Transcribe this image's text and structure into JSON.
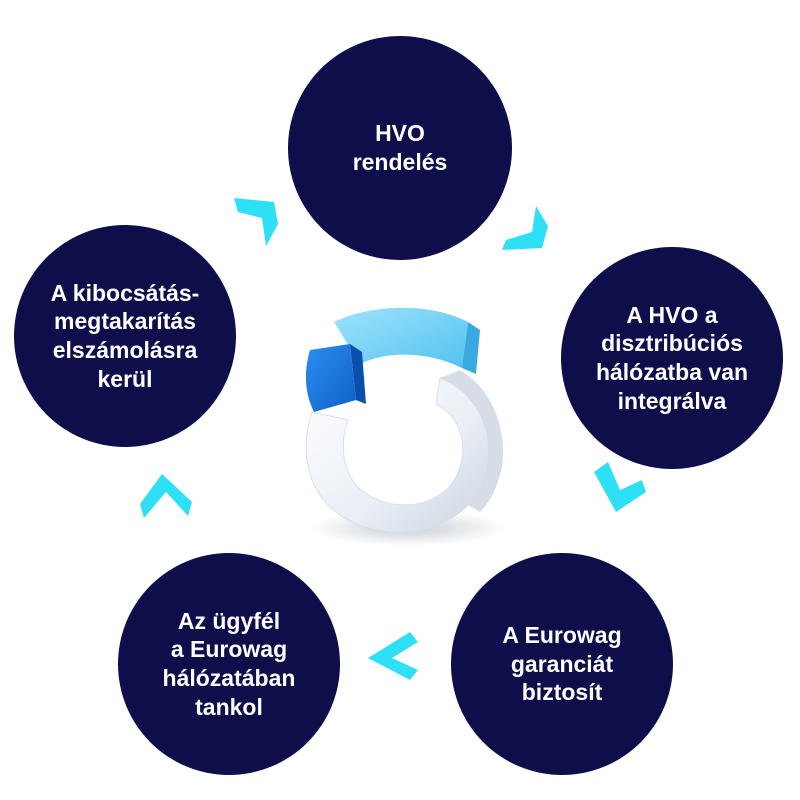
{
  "colors": {
    "node_fill": "#0d0e4a",
    "node_text": "#ffffff",
    "arrow": "#2ee0f5",
    "ring_light_blue": "#74d3f7",
    "ring_blue": "#1877e6",
    "ring_white": "#eef3f8"
  },
  "icons": {
    "arrow": "chevron-arrow-icon",
    "center": "cycle-ring-icon"
  },
  "nodes": [
    {
      "label": "HVO\nrendelés"
    },
    {
      "label": "A HVO a\ndisztribúciós\nhálózatba van\nintegrálva"
    },
    {
      "label": "A Eurowag\ngaranciát\nbiztosít"
    },
    {
      "label": "Az ügyfél\na Eurowag\nhálózatában\ntankol"
    },
    {
      "label": "A kibocsátás-\nmegtakarítás\nelszámolásra\nkerül"
    }
  ]
}
